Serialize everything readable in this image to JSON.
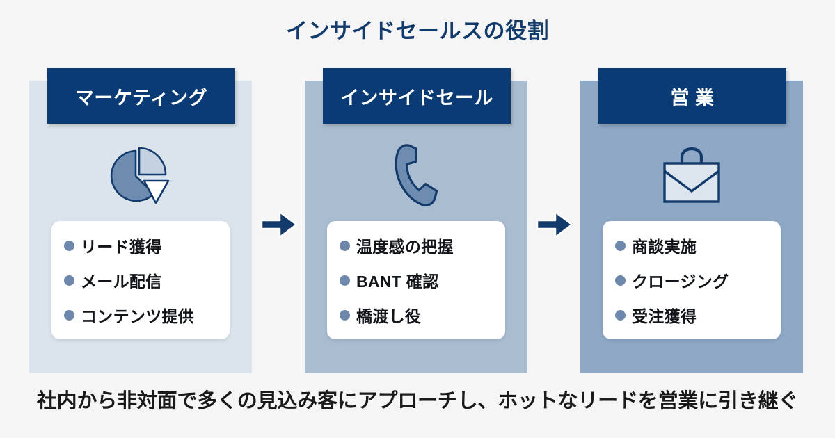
{
  "title": "インサイドセールスの役割",
  "columns": [
    {
      "header": "マーケティング",
      "icon": "pie-chart-icon",
      "bullets": [
        "リード獲得",
        "メール配信",
        "コンテンツ提供"
      ]
    },
    {
      "header": "インサイドセール",
      "icon": "phone-handset-icon",
      "bullets": [
        "温度感の把握",
        "BANT 確認",
        "橋渡し役"
      ]
    },
    {
      "header": "営 業",
      "icon": "briefcase-icon",
      "bullets": [
        "商談実施",
        "クロージング",
        "受注獲得"
      ]
    }
  ],
  "arrows": [
    {
      "name": "arrow-right-icon"
    },
    {
      "name": "arrow-right-icon"
    }
  ],
  "footer": "社内から非対面で多くの見込み客にアプローチし、ホットなリードを営業に引き継ぐ",
  "colors": {
    "background": "#f5f5f5",
    "title_navy": "#123a6b",
    "header_navy": "#0b3b74",
    "panel_1": "#dbe3ec",
    "panel_2": "#aabdd0",
    "panel_3": "#8ea8c6",
    "bullet_dot": "#6d88ab",
    "card_white": "#ffffff",
    "arrow_navy": "#123a6b",
    "icon_fill": "#6d8cb0",
    "icon_stroke": "#123a6b",
    "icon_light": "#dde5ee"
  }
}
